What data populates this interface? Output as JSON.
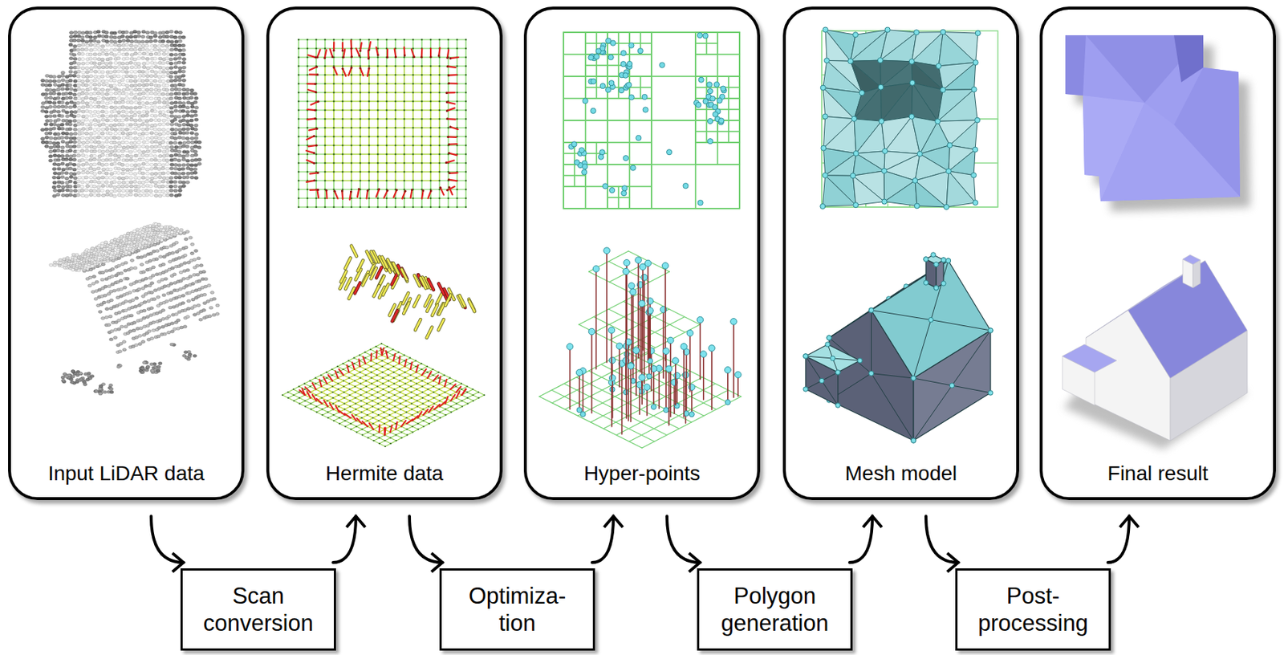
{
  "diagram": {
    "nodes": [
      {
        "text": [
          "Input LiDAR data"
        ]
      },
      {
        "text": [
          "Hermite data"
        ]
      },
      {
        "text": [
          "Hyper-points"
        ]
      },
      {
        "text": [
          "Mesh model"
        ]
      },
      {
        "text": [
          "Final result"
        ]
      },
      {
        "text": [
          "Scan conversion"
        ]
      },
      {
        "text": [
          "Optimiza- tion"
        ]
      },
      {
        "text": [
          "Polygon generation"
        ]
      },
      {
        "text": [
          "Post- processing"
        ]
      }
    ],
    "edges": [
      {
        "from": 0,
        "to": 5,
        "arrow": "to"
      },
      {
        "from": 5,
        "to": 1,
        "arrow": "to"
      },
      {
        "from": 1,
        "to": 6,
        "arrow": "to"
      },
      {
        "from": 6,
        "to": 2,
        "arrow": "to"
      },
      {
        "from": 2,
        "to": 7,
        "arrow": "to"
      },
      {
        "from": 7,
        "to": 3,
        "arrow": "to"
      },
      {
        "from": 3,
        "to": 8,
        "arrow": "to"
      },
      {
        "from": 8,
        "to": 4,
        "arrow": "to"
      }
    ]
  }
}
